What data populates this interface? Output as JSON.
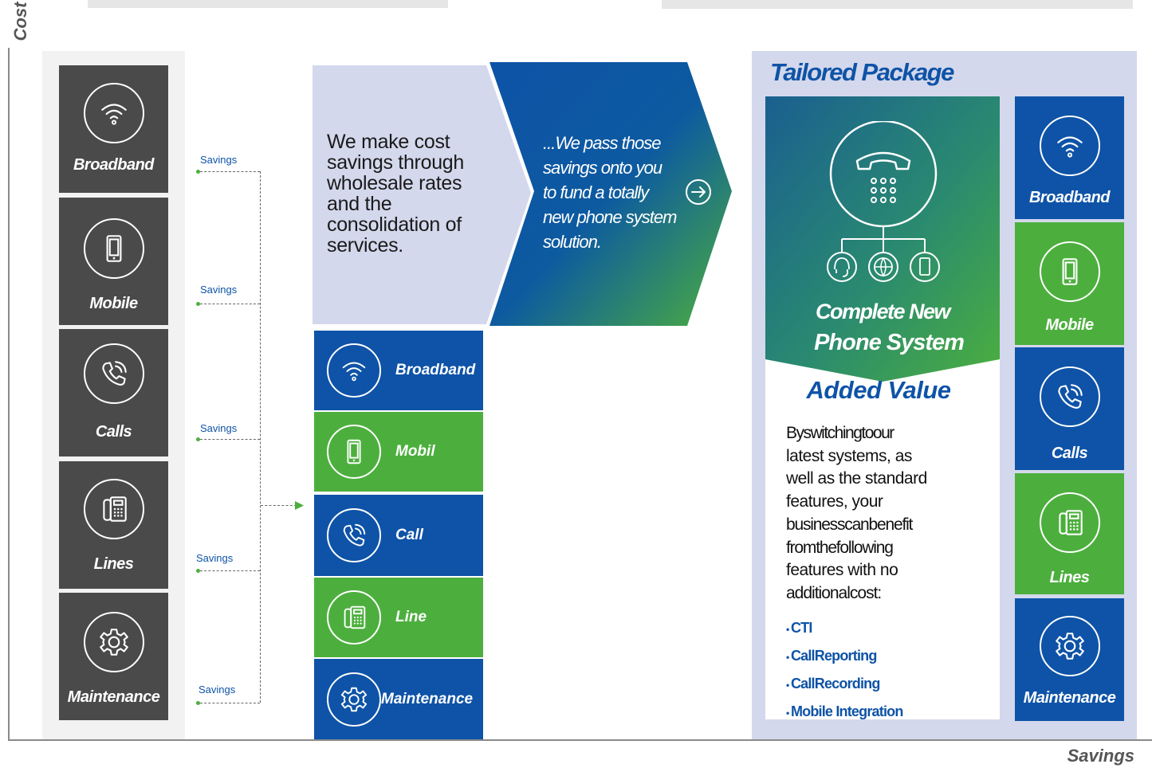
{
  "axes": {
    "y_label": "Cost",
    "x_label": "Savings"
  },
  "left_column": [
    {
      "label": "Broadband",
      "icon": "wifi-icon"
    },
    {
      "label": "Mobile",
      "icon": "mobile-icon"
    },
    {
      "label": "Calls",
      "icon": "phone-call-icon"
    },
    {
      "label": "Lines",
      "icon": "desk-phone-icon"
    },
    {
      "label": "Maintenance",
      "icon": "gear-icon"
    }
  ],
  "savings_label": "Savings",
  "intro_text": "We make cost savings through wholesale rates and the consolidation of services.",
  "pass_text": "...We pass those savings onto you to fund a totally new phone system solution.",
  "middle_column": [
    {
      "label": "Broadband",
      "icon": "wifi-icon",
      "color": "#0e53a7"
    },
    {
      "label": "Mobil",
      "icon": "mobile-icon",
      "color": "#4caf3d"
    },
    {
      "label": "Call",
      "icon": "phone-call-icon",
      "color": "#0e53a7"
    },
    {
      "label": "Line",
      "icon": "desk-phone-icon",
      "color": "#4caf3d"
    },
    {
      "label": "Maintenance",
      "icon": "gear-icon",
      "color": "#0e53a7"
    }
  ],
  "tailored": {
    "title": "Tailored Package",
    "system_title_line1": "Complete New",
    "system_title_line2": "Phone System",
    "added_value": "Added Value",
    "body_lines": [
      "Byswitchingtoour",
      "latest systems, as",
      "well as the standard",
      "features, your",
      "businesscanbenefit",
      "fromthefollowing",
      "features with no",
      "additionalcost:"
    ],
    "bullets": [
      "CTI",
      "CallReporting",
      "CallRecording",
      "Mobile Integration"
    ]
  },
  "right_column": [
    {
      "label": "Broadband",
      "icon": "wifi-icon",
      "color": "#0e53a7"
    },
    {
      "label": "Mobile",
      "icon": "mobile-icon",
      "color": "#4caf3d"
    },
    {
      "label": "Calls",
      "icon": "phone-call-icon",
      "color": "#0e53a7"
    },
    {
      "label": "Lines",
      "icon": "desk-phone-icon",
      "color": "#4caf3d"
    },
    {
      "label": "Maintenance",
      "icon": "gear-icon",
      "color": "#0e53a7"
    }
  ],
  "colors": {
    "blue": "#0e53a7",
    "green": "#4caf3d",
    "dark": "#4a4a4a",
    "panel": "#d4d8ec"
  }
}
